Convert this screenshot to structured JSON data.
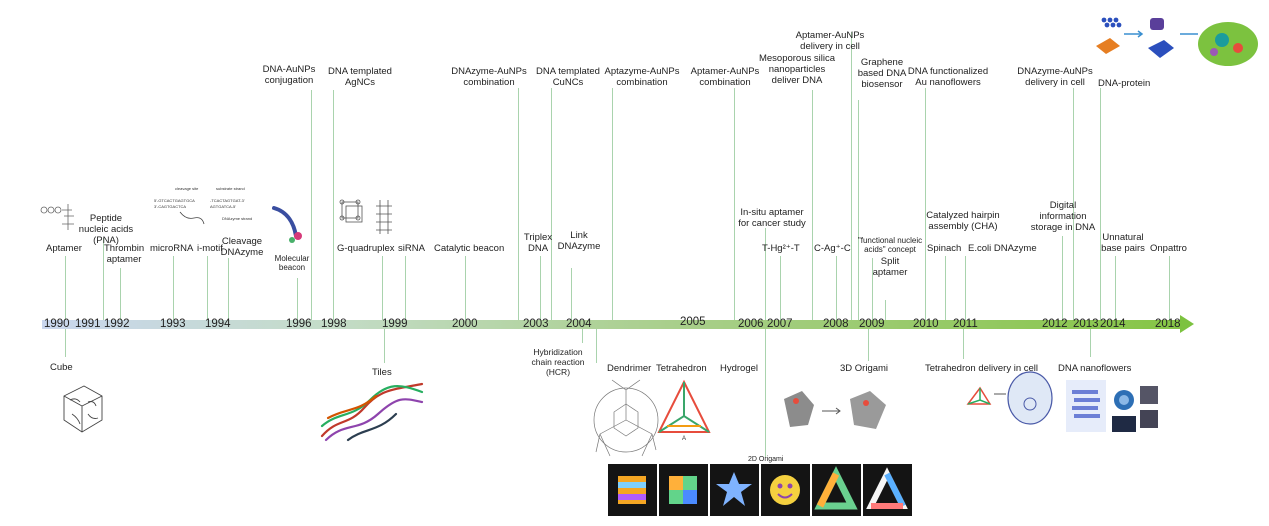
{
  "colors": {
    "axis_start": "#c9d6ee",
    "axis_end": "#7cc23f",
    "connector": "#a9d3ad"
  },
  "years": [
    "1990",
    "1991",
    "1992",
    "1993",
    "1994",
    "1996",
    "1998",
    "1999",
    "2000",
    "2003",
    "2004",
    "2005",
    "2006",
    "2007",
    "2008",
    "2009",
    "2010",
    "2011",
    "2012",
    "2013",
    "2014",
    "2018"
  ],
  "above": {
    "aptamer": "Aptamer",
    "pna": "Peptide nucleic acids (PNA)",
    "thrombin": "Thrombin aptamer",
    "microrna": "microRNA",
    "imotif": "i-motif",
    "cleavage": "Cleavage DNAzyme",
    "molecular_beacon": "Molecular beacon",
    "dna_aunps_conj": "DNA-AuNPs conjugation",
    "agncs": "DNA templated AgNCs",
    "gquad": "G-quadruplex",
    "sirna": "siRNA",
    "catalytic": "Catalytic beacon",
    "dnazyme_aunps": "DNAzyme-AuNPs combination",
    "triplex": "Triplex DNA",
    "cuncs": "DNA templated CuNCs",
    "link": "Link DNAzyme",
    "aptazyme": "Aptazyme-AuNPs combination",
    "aptamer_aunps": "Aptamer-AuNPs combination",
    "insitu": "In-situ aptamer for cancer study",
    "thgt": "T-Hg²⁺-T",
    "mesoporous": "Mesoporous silica nanoparticles deliver DNA",
    "aptamer_cell": "Aptamer-AuNPs delivery in cell",
    "cagc": "C-Ag⁺-C",
    "graphene": "Graphene based DNA biosensor",
    "functional": "\"functional nucleic acids\" concept",
    "split": "Split aptamer",
    "flowers_au": "DNA functionalized Au nanoflowers",
    "cha": "Catalyzed hairpin assembly (CHA)",
    "spinach": "Spinach",
    "ecoli": "E.coli DNAzyme",
    "digital": "Digital information storage in DNA",
    "dnazyme_cell": "DNAzyme-AuNPs delivery in cell",
    "dna_protein": "DNA-protein",
    "unnatural": "Unnatural base pairs",
    "onpattro": "Onpattro"
  },
  "below": {
    "cube": "Cube",
    "hcr": "Hybridization chain reaction (HCR)",
    "tiles": "Tiles",
    "dendrimer": "Dendrimer",
    "tetrahedron": "Tetrahedron",
    "hydrogel": "Hydrogel",
    "origami3d": "3D Origami",
    "origami2d": "2D Origami",
    "tetra_cell": "Tetrahedron delivery in cell",
    "nanoflowers": "DNA nanoflowers"
  }
}
